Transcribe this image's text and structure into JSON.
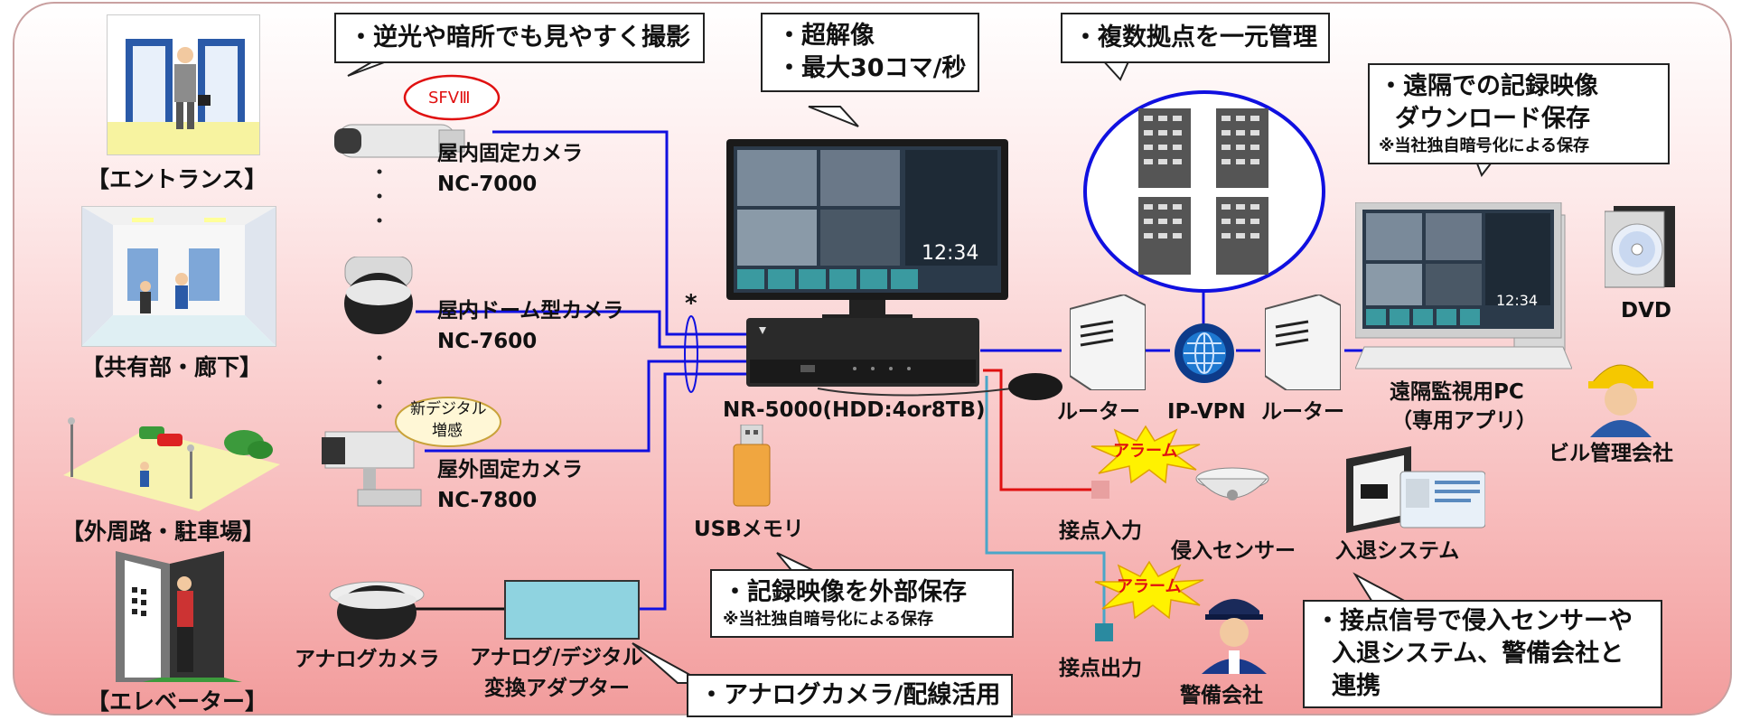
{
  "locations": {
    "entrance": "【エントランス】",
    "common": "【共有部・廊下】",
    "outdoor": "【外周路・駐車場】",
    "elevator": "【エレベーター】"
  },
  "callouts": {
    "backlight": "・逆光や暗所でも見やすく撮影",
    "resolution_1": "・超解像",
    "resolution_2": "・最大30コマ/秒",
    "multi_site": "・複数拠点を一元管理",
    "remote_dl_1": "・遠隔での記録映像",
    "remote_dl_2": "ダウンロード保存",
    "remote_dl_note": "※当社独自暗号化による保存",
    "external_1": "・記録映像を外部保存",
    "external_note": "※当社独自暗号化による保存",
    "analog": "・アナログカメラ/配線活用",
    "contact_1": "・接点信号で侵入センサーや",
    "contact_2": "入退システム、警備会社と",
    "contact_3": "連携"
  },
  "badges": {
    "sfv": "SFVⅢ",
    "digital_1": "新デジタル",
    "digital_2": "増感",
    "alarm": "アラーム"
  },
  "devices": {
    "cam1_name": "屋内固定カメラ",
    "cam1_model": "NC-7000",
    "cam2_name": "屋内ドーム型カメラ",
    "cam2_model": "NC-7600",
    "cam3_name": "屋外固定カメラ",
    "cam3_model": "NC-7800",
    "analog_cam": "アナログカメラ",
    "adapter_1": "アナログ/デジタル",
    "adapter_2": "変換アダプター",
    "recorder": "NR-5000(HDD:4or8TB)",
    "usb": "USBメモリ",
    "asterisk": "*",
    "router_left": "ルーター",
    "ipvpn": "IP-VPN",
    "router_right": "ルーター",
    "remote_pc_1": "遠隔監視用PC",
    "remote_pc_2": "（専用アプリ）",
    "dvd": "DVD",
    "building_mgmt": "ビル管理会社",
    "contact_in": "接点入力",
    "sensor": "侵入センサー",
    "access": "入退システム",
    "contact_out": "接点出力",
    "security": "警備会社"
  },
  "monitor": {
    "clock": "12:34"
  },
  "colors": {
    "network_line": "#1010e0",
    "alarm_in_line": "#e01010",
    "alarm_out_line": "#4aa6c8",
    "adapter_fill": "#8fd3e0",
    "alarm_star": "#fff200",
    "alarm_text": "#e01010"
  }
}
